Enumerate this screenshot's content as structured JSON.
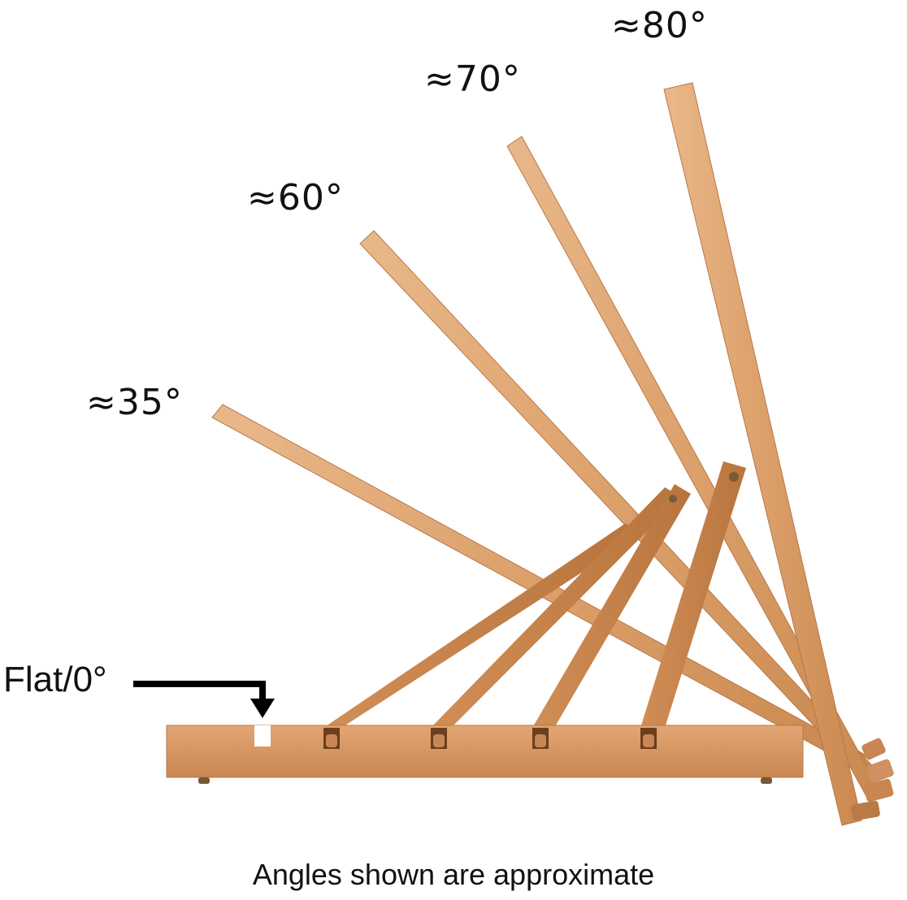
{
  "labels": {
    "angle_80": "≈80°",
    "angle_70": "≈70°",
    "angle_60": "≈60°",
    "angle_35": "≈35°",
    "flat": "Flat/0°"
  },
  "caption": "Angles shown are approximate",
  "colors": {
    "wood_light": "#e2a877",
    "wood_mid": "#cf8d55",
    "wood_dark": "#b06d36",
    "arrow": "#000000"
  }
}
